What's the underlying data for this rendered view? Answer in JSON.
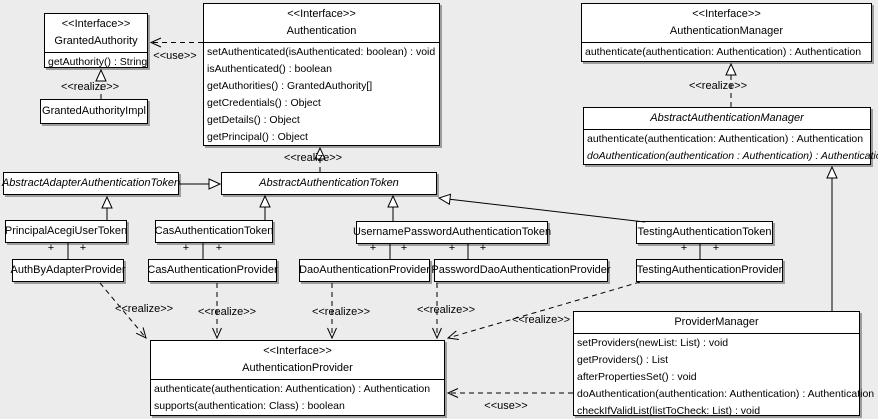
{
  "colors": {
    "background": "#ececec",
    "box_fill": "#ffffff",
    "box_border": "#000000",
    "box_shadow": "#9d9d9d",
    "text": "#000000"
  },
  "markers": {
    "plus": "+"
  },
  "edge_labels": {
    "use": "<<use>>",
    "realize": "<<realize>>"
  },
  "classes": {
    "granted_authority": {
      "stereotype": "<<Interface>>",
      "name": "GrantedAuthority",
      "methods": [
        "getAuthority() : String"
      ]
    },
    "granted_authority_impl": {
      "name": "GrantedAuthorityImpl"
    },
    "authentication": {
      "stereotype": "<<Interface>>",
      "name": "Authentication",
      "methods": [
        "setAuthenticated(isAuthenticated: boolean) : void",
        "isAuthenticated() : boolean",
        "getAuthorities() : GrantedAuthority[]",
        "getCredentials() : Object",
        "getDetails() : Object",
        "getPrincipal() : Object"
      ]
    },
    "authentication_manager": {
      "stereotype": "<<Interface>>",
      "name": "AuthenticationManager",
      "methods": [
        "authenticate(authentication: Authentication) : Authentication"
      ]
    },
    "abstract_authentication_manager": {
      "name": "AbstractAuthenticationManager",
      "methods": [
        "authenticate(authentication: Authentication) : Authentication",
        "doAuthentication(authentication : Authentication) : Authentication"
      ]
    },
    "abstract_adapter_authentication_token": {
      "name": "AbstractAdapterAuthenticationToken"
    },
    "abstract_authentication_token": {
      "name": "AbstractAuthenticationToken"
    },
    "principal_acegi_user_token": {
      "name": "PrincipalAcegiUserToken"
    },
    "cas_authentication_token": {
      "name": "CasAuthenticationToken"
    },
    "username_password_authentication_token": {
      "name": "UsernamePasswordAuthenticationToken"
    },
    "testing_authentication_token": {
      "name": "TestingAuthenticationToken"
    },
    "auth_by_adapter_provider": {
      "name": "AuthByAdapterProvider"
    },
    "cas_authentication_provider": {
      "name": "CasAuthenticationProvider"
    },
    "dao_authentication_provider": {
      "name": "DaoAuthenticationProvider"
    },
    "password_dao_authentication_provider": {
      "name": "PasswordDaoAuthenticationProvider"
    },
    "testing_authentication_provider": {
      "name": "TestingAuthenticationProvider"
    },
    "authentication_provider": {
      "stereotype": "<<Interface>>",
      "name": "AuthenticationProvider",
      "methods": [
        "authenticate(authentication: Authentication) : Authentication",
        "supports(authentication: Class) : boolean"
      ]
    },
    "provider_manager": {
      "name": "ProviderManager",
      "methods": [
        "setProviders(newList: List) : void",
        "getProviders() : List",
        "afterPropertiesSet() : void",
        "doAuthentication(authentication: Authentication) : Authentication",
        "checkIfValidList(listToCheck: List) : void"
      ]
    }
  }
}
